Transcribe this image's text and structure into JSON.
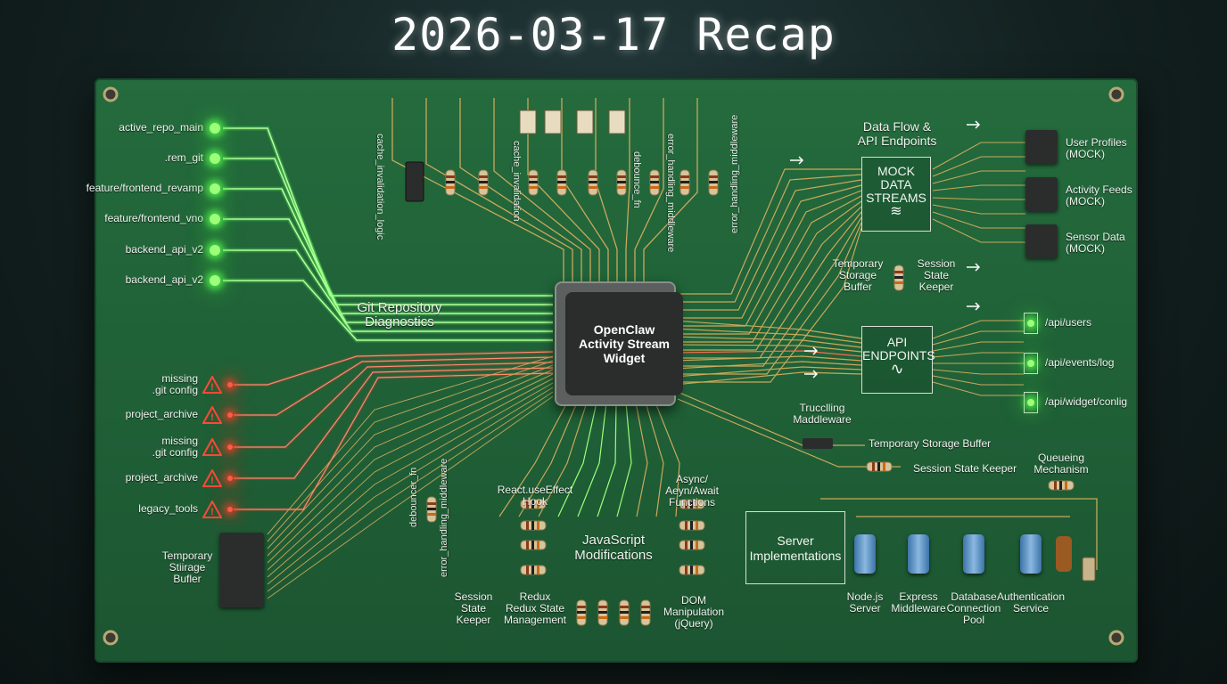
{
  "title": "2026-03-17 Recap",
  "chip": {
    "label": "OpenClaw Activity Stream Widget"
  },
  "git_section": {
    "heading": "Git Repository Diagnostics",
    "branches": [
      "active_repo_main",
      ".rem_git",
      "feature/frontend_revamp",
      "feature/frontend_vno",
      "backend_api_v2",
      "backend_api_v2"
    ],
    "warnings": [
      "missing\n.git config",
      "project_archive",
      "missing\n.git config",
      "project_archive",
      "legacy_tools"
    ],
    "storage": "Temporary\nStiirage\nBufler"
  },
  "top_vertical_labels": [
    "cache_invalidation_logic",
    "cache_invalidation",
    "error_handling_middleware",
    "debounce_fn",
    "error_handling_middleware"
  ],
  "data_flow": {
    "heading": "Data Flow &\nAPI Endpoints",
    "mock_box": "MOCK\nDATA\nSTREAMS",
    "feeds": [
      "User Profiles\n(MOCK)",
      "Activity Feeds\n(MOCK)",
      "Sensor Data\n(MOCK)"
    ],
    "temp_storage": "Temporary\nStorage\nBuffer",
    "session_keeper": "Session\nState\nKeeper"
  },
  "api": {
    "box": "API\nENDPOINTS",
    "endpoints": [
      "/api/users",
      "/api/events/log",
      "/api/widget/conlig"
    ]
  },
  "middleware": {
    "label": "Trucclling\nMaddleware",
    "temp_buffer": "Temporary Storage Buffer",
    "session_keeper": "Session State Keeper",
    "queue": "Queueing\nMechanism"
  },
  "server": {
    "box": "Server\nImplementations",
    "components": [
      "Node.js\nServer",
      "Express\nMiddleware",
      "Database\nConnection\nPool",
      "Authentication\nService"
    ]
  },
  "javascript": {
    "heading": "JavaScript\nModifications",
    "items": [
      "React.useEffect\nHook",
      "Async/\nAeyn/Await\nFunctions",
      "Redux\nRedux State\nManagement",
      "DOM\nManipulation\n(jQuery)",
      "Session\nState\nKeeper"
    ],
    "vertical_labels": [
      "debouncer_fn",
      "error_handling_middleware"
    ]
  },
  "colors": {
    "board": "#1f5f36",
    "trace": "#c9a85c",
    "led_green": "#9dff7a",
    "led_red": "#ff5a44"
  }
}
